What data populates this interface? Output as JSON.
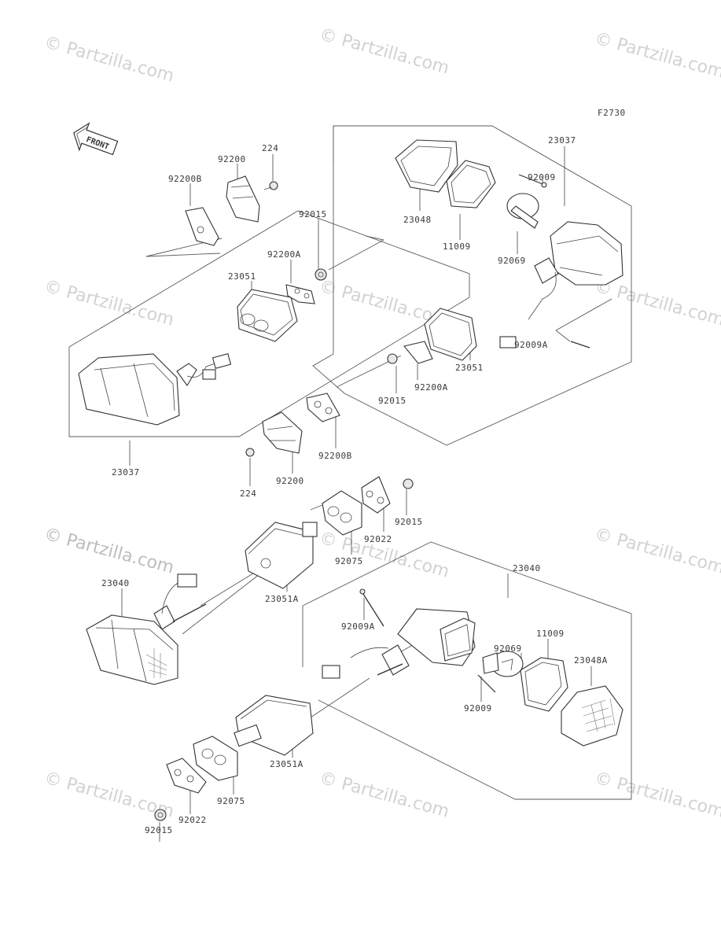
{
  "figure_code": "F2730",
  "front_label": "FRONT",
  "watermark": "© Partzilla.com",
  "labels": {
    "l_224_top": "224",
    "l_92200_top": "92200",
    "l_92200B_top": "92200B",
    "l_92015_top": "92015",
    "l_92200A_top": "92200A",
    "l_23051_top": "23051",
    "l_23037_left": "23037",
    "l_23037_right": "23037",
    "l_23048": "23048",
    "l_11009_top": "11009",
    "l_92009_top": "92009",
    "l_92069_top": "92069",
    "l_92009A_top": "92009A",
    "l_23051_right": "23051",
    "l_92200A_mid": "92200A",
    "l_92015_mid": "92015",
    "l_92200B_mid": "92200B",
    "l_92200_mid": "92200",
    "l_224_mid": "224",
    "l_92015_right": "92015",
    "l_92022_top": "92022",
    "l_92075_top": "92075",
    "l_23051A_top": "23051A",
    "l_23040_left": "23040",
    "l_23040_right": "23040",
    "l_92009A_low": "92009A",
    "l_92069_low": "92069",
    "l_11009_low": "11009",
    "l_23048A": "23048A",
    "l_92009_low": "92009",
    "l_23051A_low": "23051A",
    "l_92075_low": "92075",
    "l_92022_low": "92022",
    "l_92015_low": "92015"
  }
}
